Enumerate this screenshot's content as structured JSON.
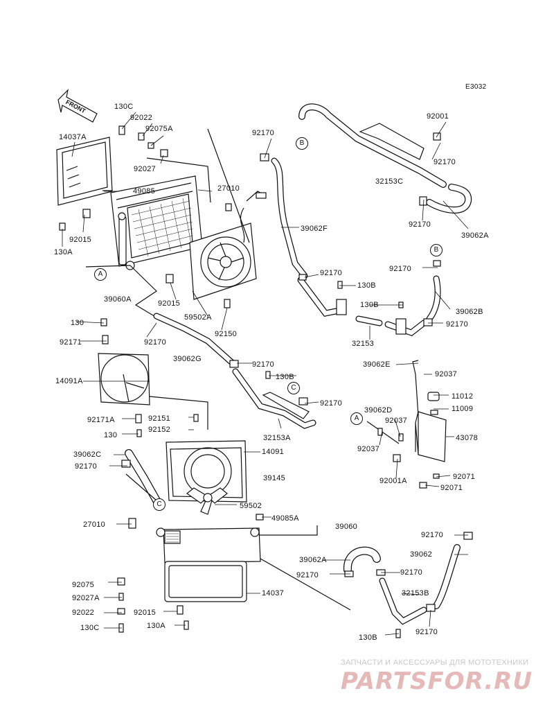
{
  "diagram": {
    "code": "E3032",
    "front_label": "FRONT",
    "watermark": {
      "caption": "ЗАПЧАСТИ И АКСЕССУАРЫ ДЛЯ МОТОТЕХНИКИ",
      "brand": "PARTSFOR.RU"
    },
    "callouts": [
      "A",
      "A",
      "B",
      "B",
      "C",
      "C"
    ],
    "part_labels": [
      "130C",
      "92022",
      "92075A",
      "14037A",
      "92027",
      "49085",
      "27010",
      "92015",
      "130A",
      "A",
      "39060A",
      "92015",
      "59502A",
      "92150",
      "130",
      "92171",
      "92170",
      "39062G",
      "92170",
      "14091A",
      "130B",
      "92171A",
      "130",
      "92151",
      "92152",
      "32153A",
      "92170",
      "39062C",
      "92170",
      "14091",
      "39145",
      "59502",
      "27010",
      "49085A",
      "39060",
      "92075",
      "92027A",
      "92022",
      "130C",
      "92015",
      "130A",
      "14037",
      "92170",
      "39062F",
      "92170",
      "130B",
      "130B",
      "32153",
      "92001",
      "92170",
      "32153C",
      "92170",
      "39062A",
      "92170",
      "39062B",
      "92170",
      "39062E",
      "92037",
      "11012",
      "11009",
      "39062D",
      "92037",
      "92037",
      "43078",
      "92001A",
      "92071",
      "92071",
      "39062A",
      "92170",
      "92170",
      "92170",
      "39062",
      "32153B",
      "92170",
      "130B"
    ]
  }
}
